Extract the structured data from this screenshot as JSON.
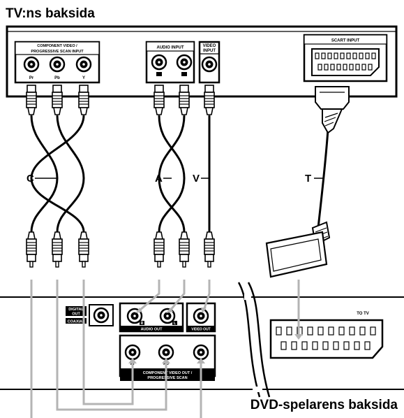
{
  "tv_title": "TV:ns baksida",
  "dvd_title": "DVD-spelarens baksida",
  "tv_panel": {
    "component_label_1": "COMPONENT VIDEO /",
    "component_label_2": "PROGRESSIVE SCAN INPUT",
    "component_jacks": [
      "Pr",
      "Pb",
      "Y"
    ],
    "audio_input_label": "AUDIO INPUT",
    "video_input_label_1": "VIDEO",
    "video_input_label_2": "INPUT",
    "scart_input_label": "SCART INPUT"
  },
  "cable_labels": {
    "c": "C",
    "a": "A",
    "v": "V",
    "t": "T"
  },
  "dvd_panel": {
    "digital_out_1": "DIGITAL",
    "digital_out_2": "OUT",
    "coaxial": "COAXIAL",
    "audio_out_label": "AUDIO OUT",
    "audio_out_left": "R",
    "audio_out_right": "L",
    "video_out_label": "VIDEO OUT",
    "component_out_1": "COMPONENT VIDEO OUT /",
    "component_out_2": "PROGRESSIVE SCAN",
    "component_out_jacks": [
      "Pr",
      "Pb",
      "Y"
    ],
    "to_tv_label": "TO TV"
  }
}
